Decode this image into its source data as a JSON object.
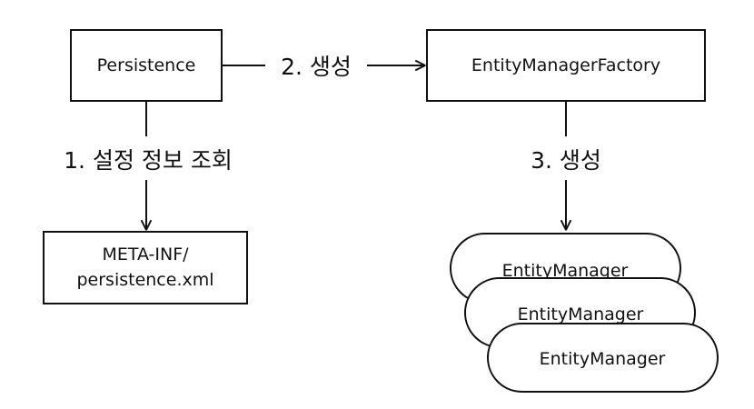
{
  "nodes": {
    "persistence": "Persistence",
    "factory": "EntityManagerFactory",
    "meta_inf_line1": "META-INF/",
    "meta_inf_line2": "persistence.xml",
    "entity_managers": [
      "EntityManager",
      "EntityManager",
      "EntityManager"
    ]
  },
  "edges": {
    "read_config": "1. 설정 정보 조회",
    "create_factory": "2. 생성",
    "create_managers": "3. 생성"
  },
  "colors": {
    "stroke": "#111111",
    "background": "#ffffff"
  }
}
